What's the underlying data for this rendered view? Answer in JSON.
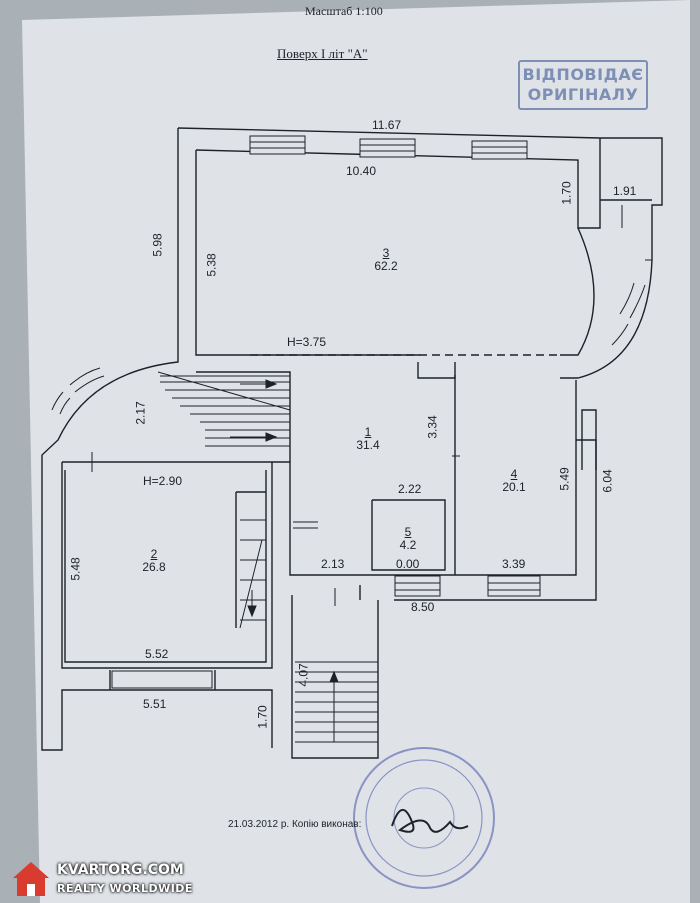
{
  "header": {
    "scale_label": "Масштаб 1:100",
    "floor_title": "Поверх I літ \"A\""
  },
  "stamp": {
    "line1": "ВІДПОВІДАЄ",
    "line2": "ОРИГІНАЛУ",
    "color": "#7d8fb5"
  },
  "dimensions": {
    "top_outer": "11.67",
    "top_inner": "10.40",
    "left_outer": "5.98",
    "room3_height": "5.38",
    "corner_170": "1.70",
    "corner_191": "1.91",
    "h_375": "H=3.75",
    "stair_217": "2.17",
    "hall_334": "3.34",
    "w_222": "2.22",
    "h_290": "H=2.90",
    "room2_height": "5.48",
    "room2_bottom_inner": "5.52",
    "room2_bottom_outer": "5.51",
    "bottom_170": "1.70",
    "room4_height": "5.49",
    "right_604": "6.04",
    "w_213": "2.13",
    "w_000": "0.00",
    "room4_bottom": "3.39",
    "bottom_850": "8.50",
    "porch_407": "4.07"
  },
  "rooms": [
    {
      "number": "3",
      "area": "62.2"
    },
    {
      "number": "1",
      "area": "31.4"
    },
    {
      "number": "4",
      "area": "20.1"
    },
    {
      "number": "5",
      "area": "4.2"
    },
    {
      "number": "2",
      "area": "26.8"
    }
  ],
  "footer": {
    "certification": "21.03.2012 р. Копію виконав:"
  },
  "watermark": {
    "site": "KVARTORG.COM",
    "tagline": "REALTY WORLDWIDE"
  },
  "colors": {
    "paper": "#dfe3e7",
    "ink": "#1d2228",
    "seal": "#8a93c4"
  }
}
